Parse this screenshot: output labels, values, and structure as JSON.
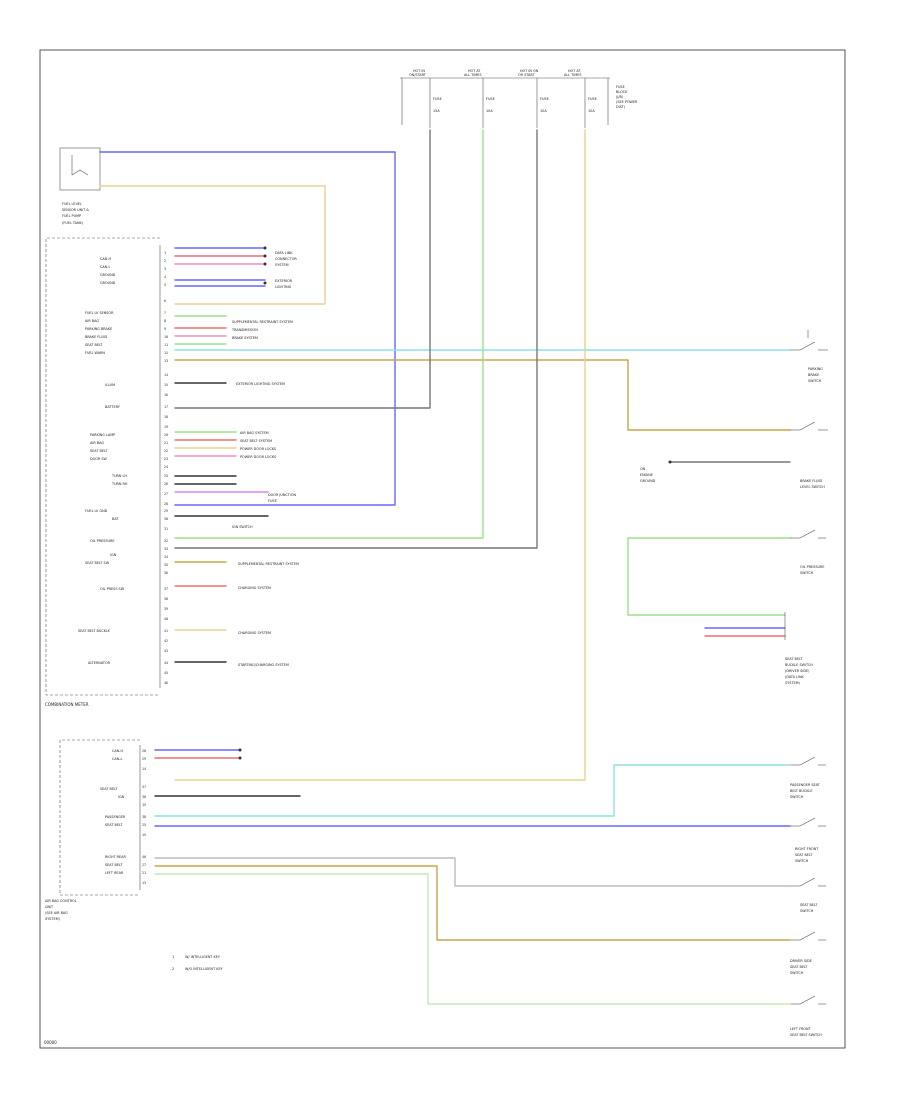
{
  "diagram_id": "00000",
  "top_feeds": [
    {
      "header": [
        "HOT IN",
        "ON/START"
      ],
      "fuse": [
        "FUSE",
        "15A"
      ]
    },
    {
      "header": [
        "HOT AT",
        "ALL TIMES"
      ],
      "fuse": [
        "FUSE",
        "10A"
      ]
    },
    {
      "header": [
        "HOT IN ON",
        "OR START"
      ],
      "fuse": [
        "FUSE",
        "10A"
      ]
    },
    {
      "header": [
        "HOT AT",
        "ALL TIMES"
      ],
      "fuse": [
        "FUSE",
        "10A"
      ]
    }
  ],
  "fuse_box_label": [
    "FUSE",
    "BLOCK",
    "(J/B)",
    "(SEE POWER",
    "DIST)"
  ],
  "fuel_sender_label": [
    "FUEL LEVEL",
    "SENSOR UNIT &",
    "FUEL PUMP",
    "(FUEL TANK)"
  ],
  "combination_meter_label": "COMBINATION METER",
  "meter_left_labels": [
    "CAN-H",
    "CAN-L",
    "GROUND",
    "GROUND",
    "FUEL LV SENSOR",
    "AIR BAG",
    "PARKING BRAKE",
    "BRAKE FLUID",
    "SEAT BELT",
    "FUEL WARN",
    "ILLUM",
    "BATTERY",
    "PARKING LAMP",
    "AIR BAG",
    "SEAT BELT",
    "DOOR SW",
    "TURN LH",
    "TURN RH",
    "FUEL LV GND",
    "BAT",
    "OIL PRESSURE",
    "IGN",
    "SEAT BELT SW",
    "OIL PRESS SW",
    "SEAT BELT BUCKLE",
    "ALTERNATOR"
  ],
  "meter_right_labels": [
    "DATA LINK",
    "CONNECTOR",
    "SYSTEM",
    "SUPPLEMENTAL RESTRAINT SYSTEM",
    "TRANSMISSION",
    "BRAKE SYSTEM",
    "EXTERIOR",
    "LIGHTING",
    "EXTERIOR LIGHTING SYSTEM",
    "AIR BAG SYSTEM",
    "SEAT BELT SYSTEM",
    "POWER DOOR LOCKS",
    "POWER DOOR LOCKS",
    "DOOR JUNCTION",
    "FUSE",
    "IGN SWITCH",
    "SUPPLEMENTAL RESTRAINT SYSTEM",
    "CHARGING SYSTEM",
    "CHARGING SYSTEM",
    "STARTING/CHARGING SYSTEM"
  ],
  "right_components": [
    [
      "PARKING",
      "BRAKE",
      "SWITCH"
    ],
    [
      "BRAKE FLUID",
      "LEVEL SWITCH"
    ],
    [
      "OIL PRESSURE",
      "SWITCH"
    ],
    [
      "SEAT BELT",
      "BUCKLE SWITCH",
      "(DRIVER SIDE)",
      "(DATA LINK",
      "SYSTEM)"
    ],
    [
      "PASSENGER SEAT",
      "BELT BUCKLE",
      "SWITCH"
    ],
    [
      "RIGHT FRONT",
      "SEAT BELT",
      "SWITCH"
    ],
    [
      "SEAT BELT",
      "SWITCH"
    ],
    [
      "DRIVER SIDE",
      "SEAT BELT",
      "SWITCH"
    ],
    [
      "LEFT FRONT",
      "SEAT BELT SWITCH"
    ]
  ],
  "ground_labels": [
    "ON",
    "ENGINE",
    "GROUND"
  ],
  "seat_unit_label": [
    "AIR BAG CONTROL",
    "UNIT",
    "(SEE AIR BAG",
    "SYSTEM)"
  ],
  "seat_unit_left_labels": [
    "CAN-H",
    "CAN-L",
    "SEAT BELT",
    "IGN",
    "PASSENGER",
    "SEAT BELT",
    "RIGHT REAR",
    "SEAT BELT",
    "LEFT REAR"
  ],
  "legend": [
    {
      "key": "1",
      "text": "W/ INTELLIGENT KEY"
    },
    {
      "key": "2",
      "text": "W/O INTELLIGENT KEY"
    }
  ],
  "colors": {
    "frame": "#444444",
    "purple": "#6666ff",
    "green": "#9be08a",
    "lightgreen": "#c6eab5",
    "tan": "#e3d38f",
    "gold": "#c9a64a",
    "cyan": "#8fe0e6",
    "pink": "#f08fc0",
    "red": "#ee6e6e",
    "magenta": "#d68cf0",
    "gray": "#777777"
  }
}
